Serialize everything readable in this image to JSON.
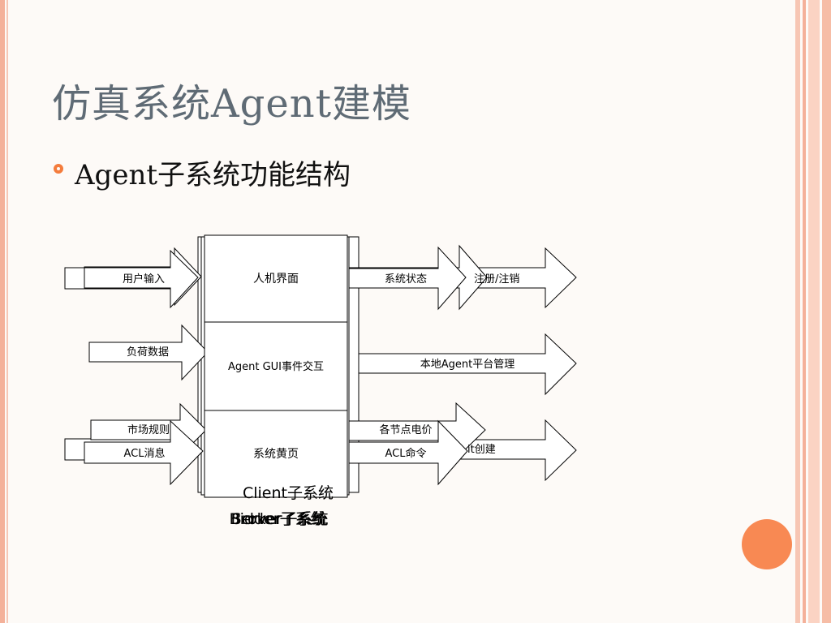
{
  "slide": {
    "title": "仿真系统Agent建模",
    "bullet": "Agent子系统功能结构"
  },
  "diagram": {
    "modules": [
      "人机界面",
      "Agent GUI事件交互",
      "系统黄页"
    ],
    "inputs": [
      "用户输入",
      "负荷数据",
      "市场规则",
      "ACL消息"
    ],
    "outputs": [
      "系统状态",
      "本地Agent平台管理",
      "各节点电价",
      "ACL命令"
    ],
    "partial_labels": [
      "注册/注销",
      "it创建"
    ],
    "footer_labels": [
      "Client子系统",
      "Server子系统",
      "Broker子系统",
      "Bidder子系统"
    ]
  },
  "colors": {
    "accent": "#f47c3c",
    "circle": "#f88953",
    "frame": "#f4b19a",
    "title": "#5f6b75"
  }
}
